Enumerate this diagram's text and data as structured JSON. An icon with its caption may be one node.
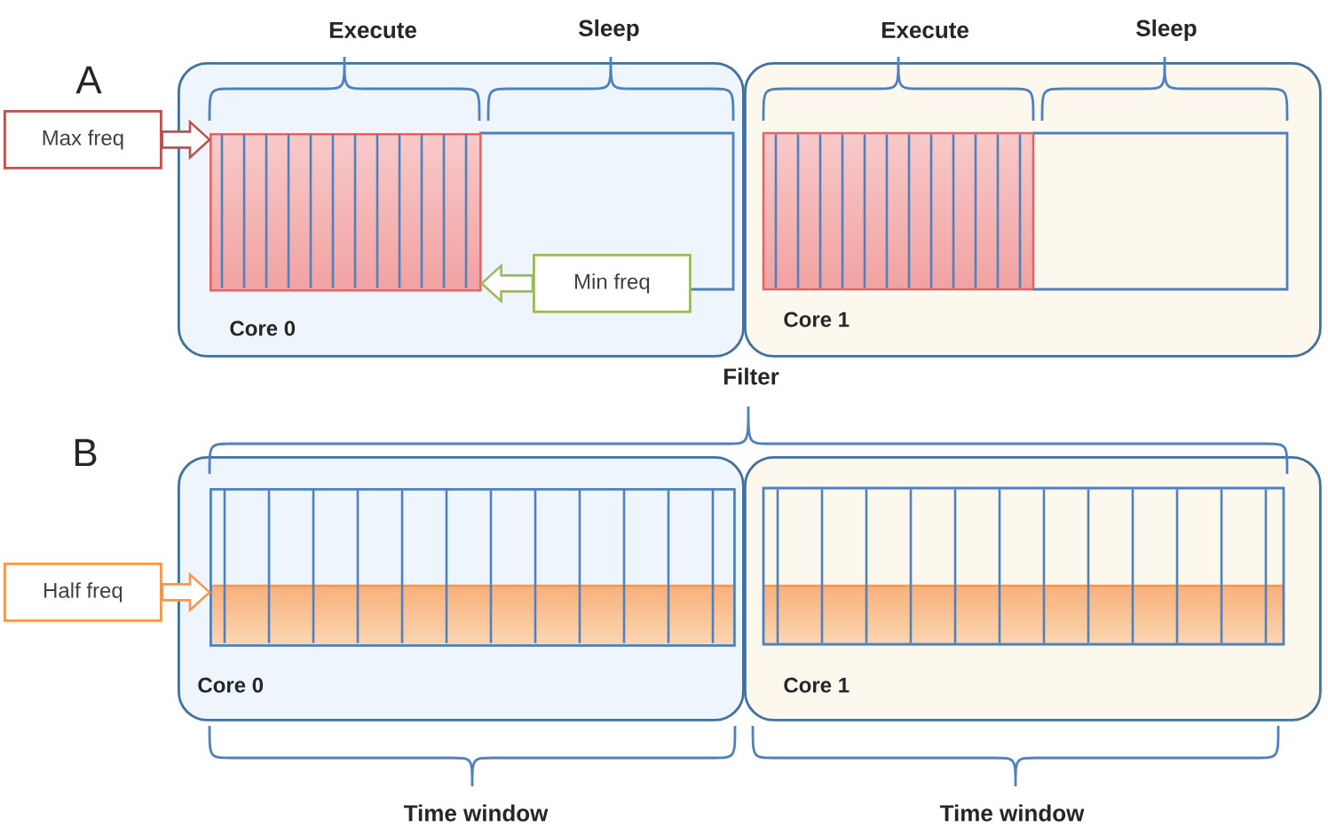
{
  "diagram": {
    "nodes": [
      {
        "text": [
          "Max freq"
        ]
      },
      {
        "text": [
          "Core 0"
        ]
      },
      {
        "text": [],
        "shape": "bar",
        "in": 1
      },
      {
        "text": [
          "Min freq"
        ],
        "in": 1
      },
      {
        "text": [
          "Core 1"
        ]
      },
      {
        "text": [
          "Half freq"
        ]
      },
      {
        "text": [
          "Core 0"
        ]
      },
      {
        "text": [],
        "shape": "bar",
        "in": 6
      },
      {
        "text": [
          "Core 1"
        ]
      }
    ],
    "edges": [
      {
        "from": 0,
        "to": 2,
        "arrow": "to",
        "color": "#c0504d"
      },
      {
        "from": 3,
        "to": 2,
        "arrow": "to",
        "color": "#9bbb59"
      },
      {
        "from": 5,
        "to": 7,
        "arrow": "to",
        "color": "#f79646"
      }
    ],
    "labels": [
      "Execute",
      "Sleep",
      "Execute",
      "Sleep",
      "A",
      "Filter",
      "B",
      "Time window",
      "Time window"
    ]
  }
}
